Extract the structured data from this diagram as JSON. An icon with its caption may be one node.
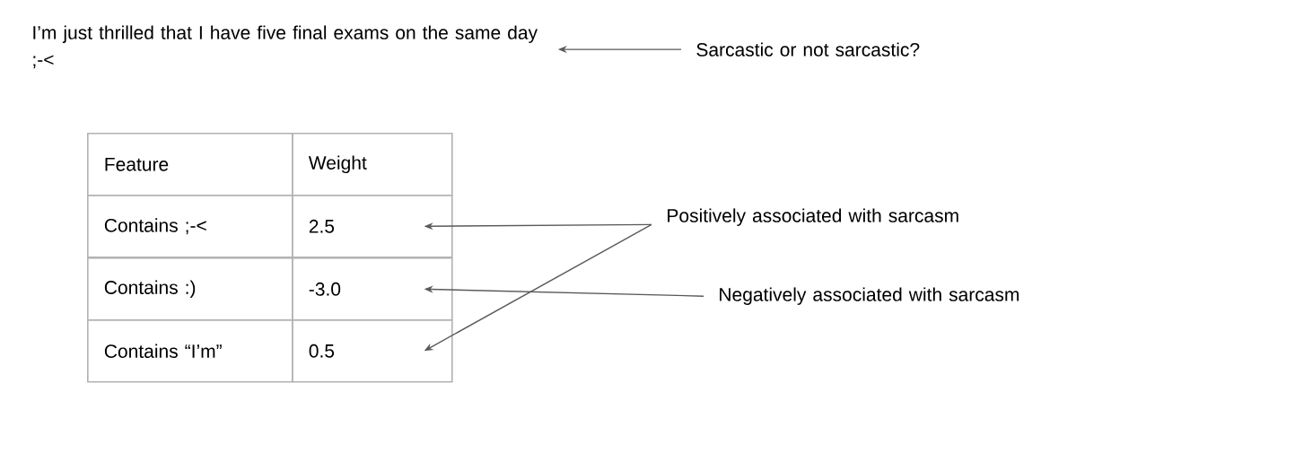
{
  "diagram": {
    "nodes": [
      {
        "text": [
          "I’m just thrilled that I have five final exams on the same day ;-<"
        ]
      },
      {
        "text": [
          "Sarcastic or not sarcastic?"
        ]
      },
      {
        "text": [
          "Feature"
        ]
      },
      {
        "text": [
          "Weight"
        ]
      },
      {
        "text": [
          "Contains ;-<"
        ]
      },
      {
        "text": [
          "2.5"
        ]
      },
      {
        "text": [
          "Contains :)"
        ]
      },
      {
        "text": [
          "-3.0"
        ]
      },
      {
        "text": [
          "Contains “I’m”"
        ]
      },
      {
        "text": [
          "0.5"
        ]
      },
      {
        "text": [
          "Positively associated with sarcasm"
        ]
      },
      {
        "text": [
          "Negatively associated with sarcasm"
        ]
      }
    ],
    "edges": [
      {
        "from": 1,
        "to": 0,
        "arrow": "to"
      },
      {
        "from": 10,
        "to": 5,
        "arrow": "to"
      },
      {
        "from": 11,
        "to": 7,
        "arrow": "to"
      },
      {
        "from": 10,
        "to": 9,
        "arrow": "to"
      }
    ]
  }
}
